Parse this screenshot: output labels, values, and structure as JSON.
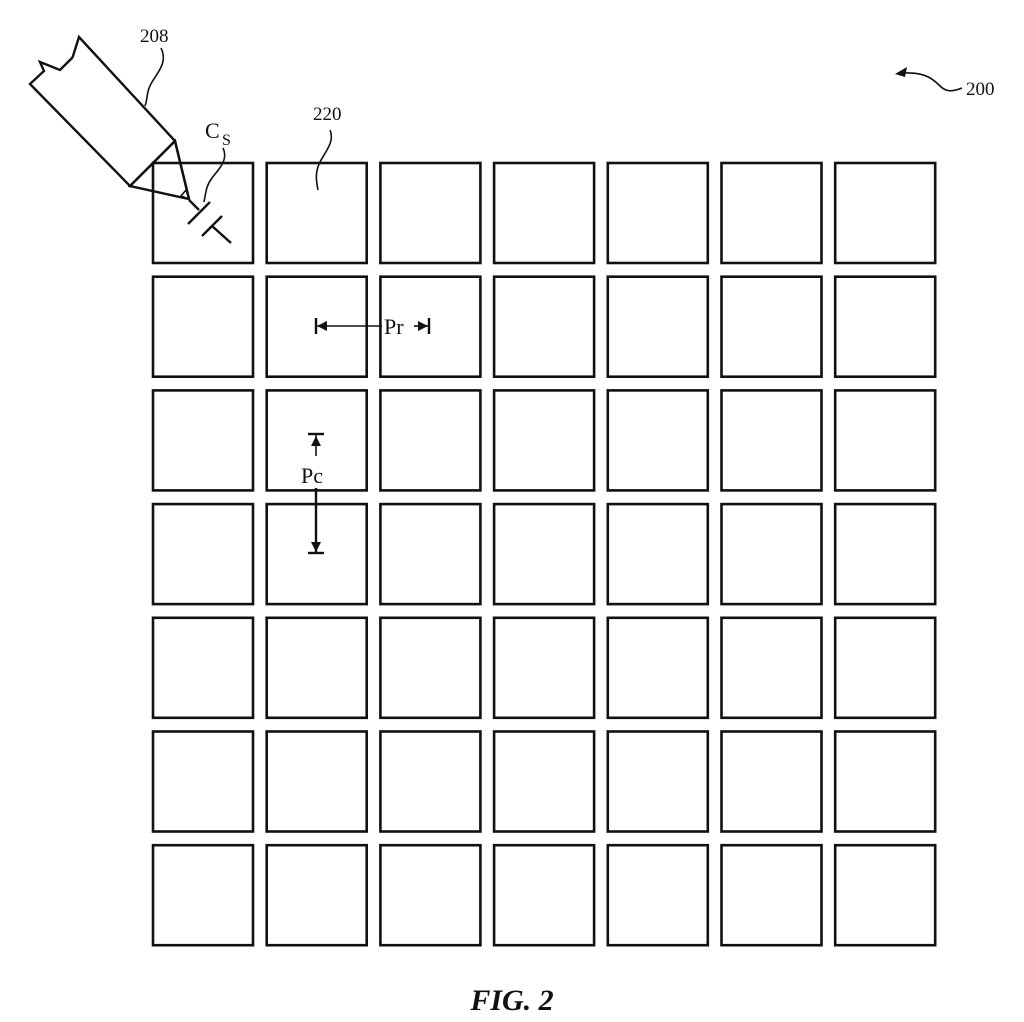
{
  "figure": {
    "caption": "FIG. 2",
    "reference_numerals": {
      "panel": "200",
      "stylus": "208",
      "electrode": "220"
    },
    "labels": {
      "capacitance": "C",
      "capacitance_subscript": "S",
      "row_pitch": "Pr",
      "column_pitch": "Pc"
    },
    "grid": {
      "rows": 7,
      "columns": 7
    }
  }
}
